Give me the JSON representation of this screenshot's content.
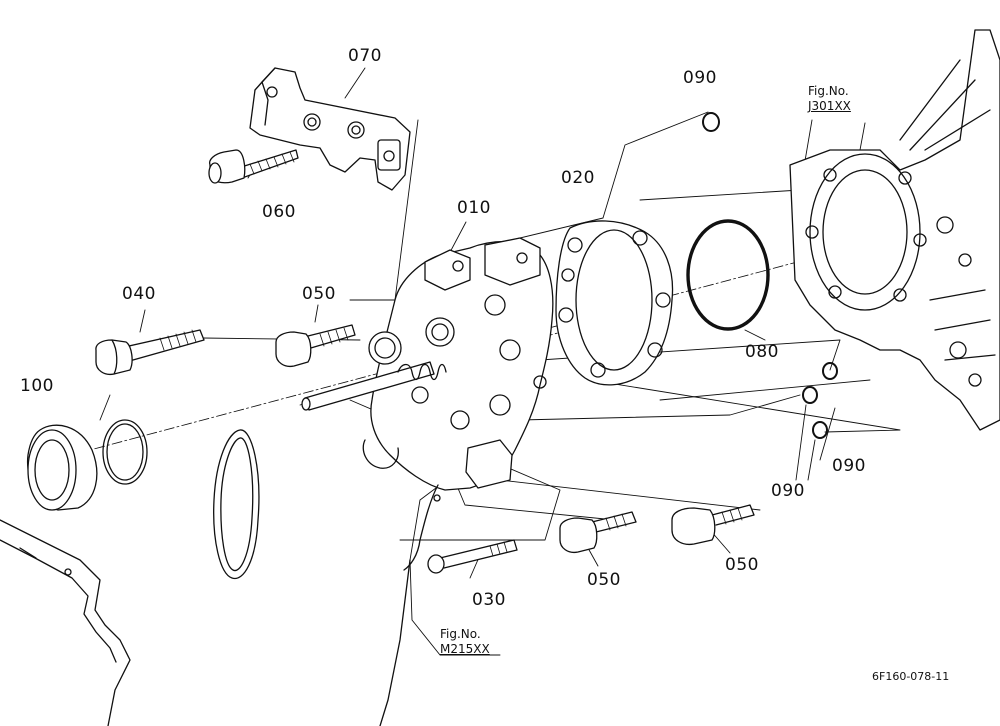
{
  "parts": [
    {
      "no": "070"
    },
    {
      "no": "090"
    },
    {
      "no": "060"
    },
    {
      "no": "010"
    },
    {
      "no": "020"
    },
    {
      "no": "040"
    },
    {
      "no": "050"
    },
    {
      "no": "080"
    },
    {
      "no": "100"
    },
    {
      "no": "090"
    },
    {
      "no": "090"
    },
    {
      "no": "050"
    },
    {
      "no": "050"
    },
    {
      "no": "030"
    }
  ],
  "fig_refs": [
    {
      "caption": "Fig.No.",
      "number": "J301XX"
    },
    {
      "caption": "Fig.No.",
      "number": "M215XX"
    }
  ],
  "drawing_code": "6F160-078-11"
}
